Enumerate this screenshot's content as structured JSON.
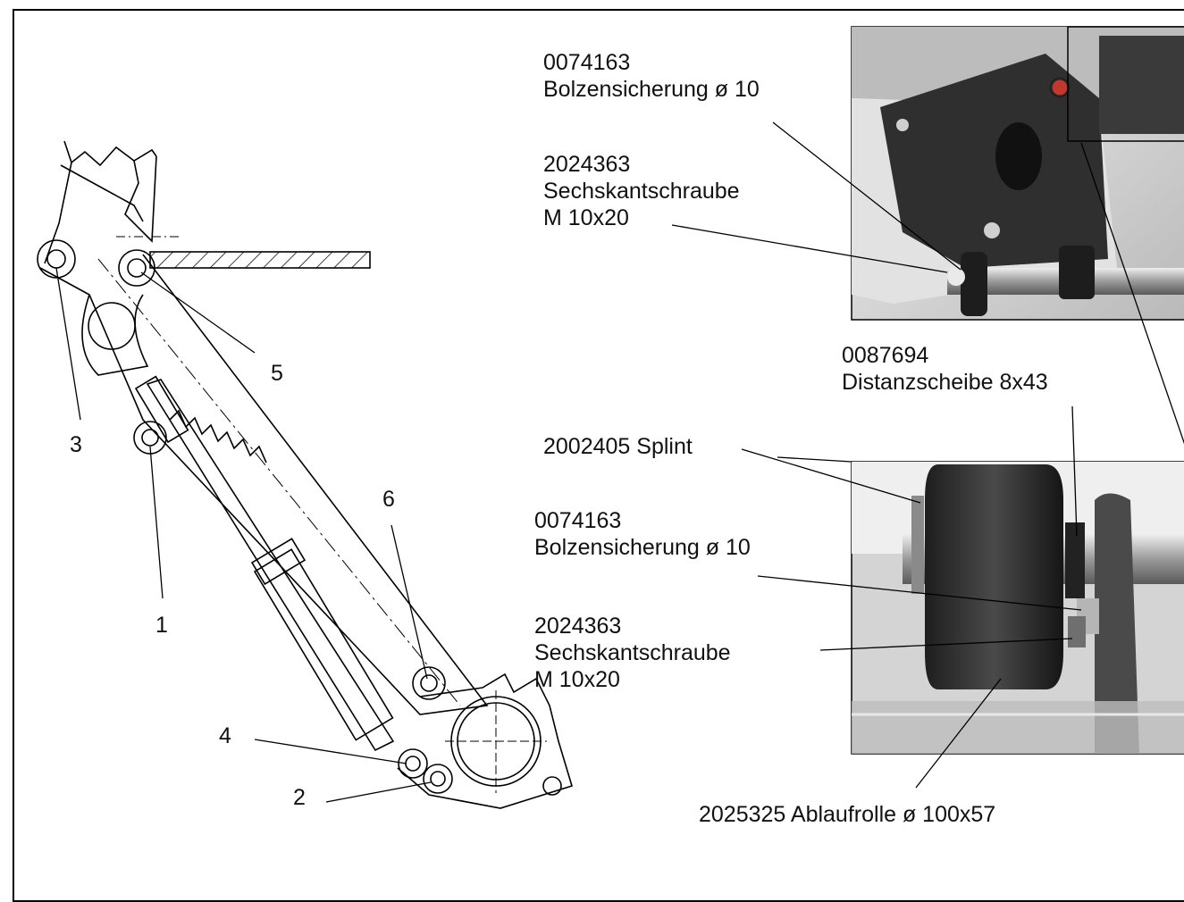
{
  "drawing": {
    "numbers": [
      "1",
      "2",
      "3",
      "4",
      "5",
      "6"
    ]
  },
  "photos": {
    "top": {
      "callouts": [
        {
          "part_no": "0074163",
          "desc": "Bolzensicherung ø 10"
        },
        {
          "part_no": "2024363",
          "desc": "Sechskantschraube",
          "size": "M 10x20"
        }
      ]
    },
    "bottom": {
      "callouts": [
        {
          "part_no": "0087694",
          "desc": "Distanzscheibe 8x43"
        },
        {
          "text": "2002405 Splint"
        },
        {
          "part_no": "0074163",
          "desc": "Bolzensicherung ø 10"
        },
        {
          "part_no": "2024363",
          "desc": "Sechskantschraube",
          "size": "M 10x20"
        },
        {
          "text": "2025325 Ablaufrolle ø 100x57"
        }
      ]
    }
  },
  "colors": {
    "line": "#000000",
    "photo_dark": "#2b2b2b",
    "photo_light": "#d8d8d8",
    "accent_red": "#c0392b"
  }
}
